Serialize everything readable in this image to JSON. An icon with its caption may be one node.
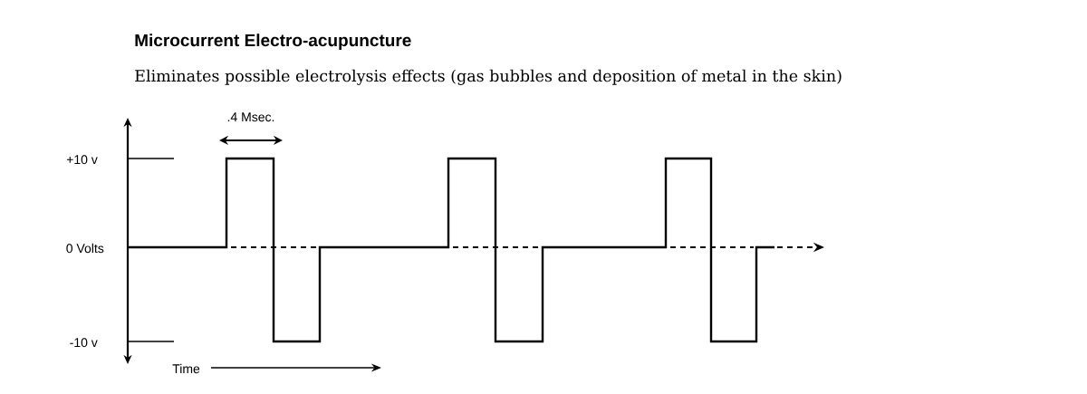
{
  "diagram": {
    "title": "Microcurrent Electro-acupuncture",
    "labels": [
      "Eliminates possible electrolysis effects (gas bubbles and deposition of metal in the skin)",
      ".4 Msec.",
      "+10 v",
      "0 Volts",
      "-10 v",
      "Time"
    ]
  }
}
